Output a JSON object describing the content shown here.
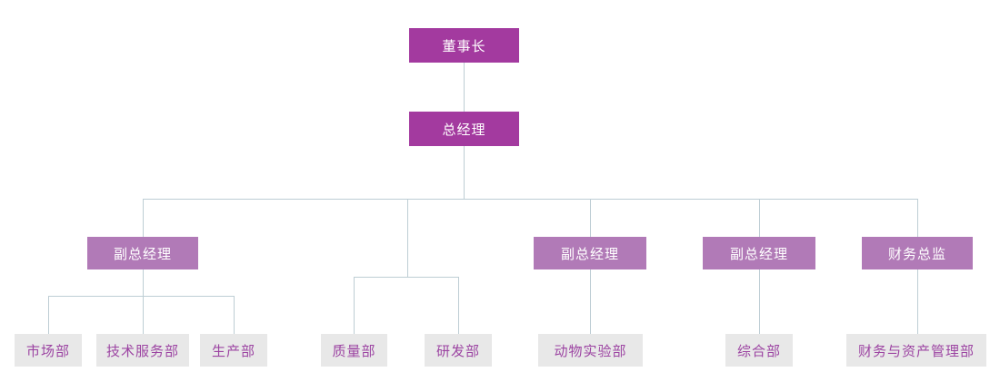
{
  "org_chart": {
    "nodes": {
      "chairman": "董事长",
      "general_manager": "总经理",
      "deputy_gm_1": "副总经理",
      "deputy_gm_2": "副总经理",
      "deputy_gm_3": "副总经理",
      "finance_director": "财务总监",
      "marketing": "市场部",
      "technical_service": "技术服务部",
      "production": "生产部",
      "quality": "质量部",
      "research": "研发部",
      "animal_lab": "动物实验部",
      "general_affairs": "综合部",
      "finance_asset": "财务与资产管理部"
    },
    "hierarchy": {
      "chairman": [
        "general_manager"
      ],
      "general_manager": [
        "deputy_gm_1",
        "quality",
        "research",
        "deputy_gm_2",
        "deputy_gm_3",
        "finance_director"
      ],
      "deputy_gm_1": [
        "marketing",
        "technical_service",
        "production"
      ],
      "deputy_gm_2": [
        "animal_lab"
      ],
      "deputy_gm_3": [
        "general_affairs"
      ],
      "finance_director": [
        "finance_asset"
      ]
    },
    "colors": {
      "executive_box": "#A33A9F",
      "executive_text": "#FFFFFF",
      "manager_box": "#B17AB7",
      "manager_text": "#FFFFFF",
      "department_box": "#E8E8E8",
      "department_text": "#9C44A2",
      "connector_line": "#BDCDD4",
      "background": "#FFFFFF"
    }
  }
}
